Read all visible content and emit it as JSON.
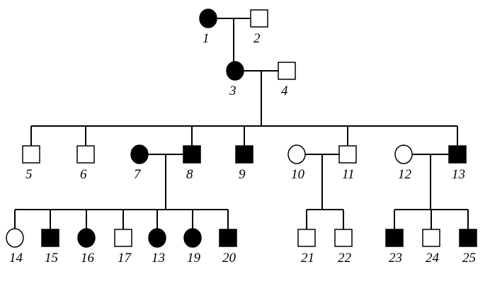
{
  "colors": {
    "affected": "#000000",
    "unaffected": "#ffffff",
    "line": "#000000"
  },
  "individuals": [
    {
      "id": "1",
      "sex": "female",
      "affected": true
    },
    {
      "id": "2",
      "sex": "male",
      "affected": false
    },
    {
      "id": "3",
      "sex": "female",
      "affected": true
    },
    {
      "id": "4",
      "sex": "male",
      "affected": false
    },
    {
      "id": "5",
      "sex": "male",
      "affected": false
    },
    {
      "id": "6",
      "sex": "male",
      "affected": false
    },
    {
      "id": "7",
      "sex": "female",
      "affected": true
    },
    {
      "id": "8",
      "sex": "male",
      "affected": true
    },
    {
      "id": "9",
      "sex": "male",
      "affected": true
    },
    {
      "id": "10",
      "sex": "female",
      "affected": false
    },
    {
      "id": "11",
      "sex": "male",
      "affected": false
    },
    {
      "id": "12",
      "sex": "female",
      "affected": false
    },
    {
      "id": "13",
      "sex": "male",
      "affected": true
    },
    {
      "id": "14",
      "sex": "female",
      "affected": false
    },
    {
      "id": "15",
      "sex": "male",
      "affected": true
    },
    {
      "id": "16",
      "sex": "female",
      "affected": true
    },
    {
      "id": "17",
      "sex": "male",
      "affected": false
    },
    {
      "id": "18",
      "sex": "female",
      "affected": true
    },
    {
      "id": "19",
      "sex": "female",
      "affected": true
    },
    {
      "id": "20",
      "sex": "male",
      "affected": true
    },
    {
      "id": "21",
      "sex": "male",
      "affected": false
    },
    {
      "id": "22",
      "sex": "male",
      "affected": false
    },
    {
      "id": "23",
      "sex": "male",
      "affected": true
    },
    {
      "id": "24",
      "sex": "male",
      "affected": false
    },
    {
      "id": "25",
      "sex": "male",
      "affected": true
    }
  ],
  "labels": {
    "1": "1",
    "2": "2",
    "3": "3",
    "4": "4",
    "5": "5",
    "6": "6",
    "7": "7",
    "8": "8",
    "9": "9",
    "10": "10",
    "11": "11",
    "12": "12",
    "13": "13",
    "14": "14",
    "15": "15",
    "16": "16",
    "17": "17",
    "18": "13",
    "19": "19",
    "20": "20",
    "21": "21",
    "22": "22",
    "23": "23",
    "24": "24",
    "25": "25"
  },
  "couples": [
    {
      "a": "1",
      "b": "2",
      "children": [
        "3"
      ]
    },
    {
      "a": "3",
      "b": "4",
      "children": [
        "5",
        "6",
        "8",
        "9",
        "11",
        "13"
      ]
    },
    {
      "a": "7",
      "b": "8",
      "children": [
        "14",
        "15",
        "16",
        "17",
        "18",
        "19",
        "20"
      ]
    },
    {
      "a": "10",
      "b": "11",
      "children": [
        "21",
        "22"
      ]
    },
    {
      "a": "12",
      "b": "13",
      "children": [
        "23",
        "24",
        "25"
      ]
    }
  ]
}
